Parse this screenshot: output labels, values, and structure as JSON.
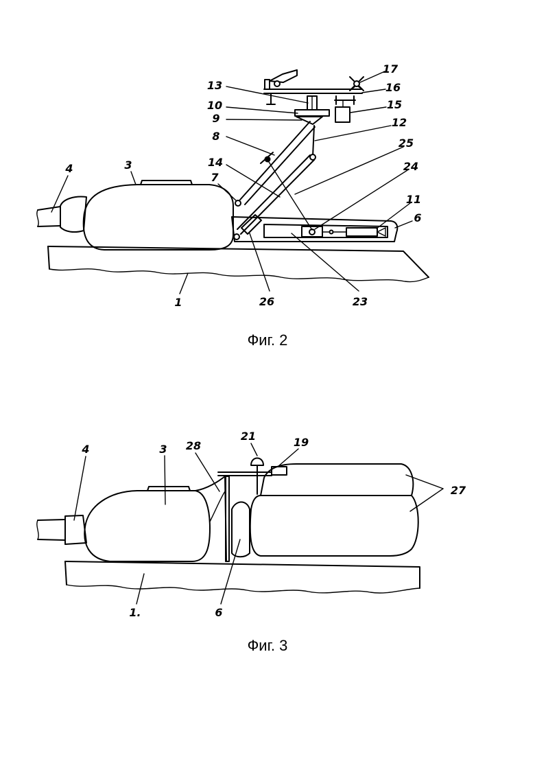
{
  "fig2": {
    "caption": "Фиг. 2",
    "labels": {
      "n1": "1",
      "n3": "3",
      "n4": "4",
      "n6": "6",
      "n7": "7",
      "n8": "8",
      "n9": "9",
      "n10": "10",
      "n11": "11",
      "n12": "12",
      "n13": "13",
      "n14": "14",
      "n15": "15",
      "n16": "16",
      "n17": "17",
      "n23": "23",
      "n24": "24",
      "n25": "25",
      "n26": "26"
    }
  },
  "fig3": {
    "caption": "Фиг. 3",
    "labels": {
      "n1": "1.",
      "n3": "3",
      "n4": "4",
      "n6": "6",
      "n19": "19",
      "n21": "21",
      "n27": "27",
      "n28": "28"
    }
  }
}
